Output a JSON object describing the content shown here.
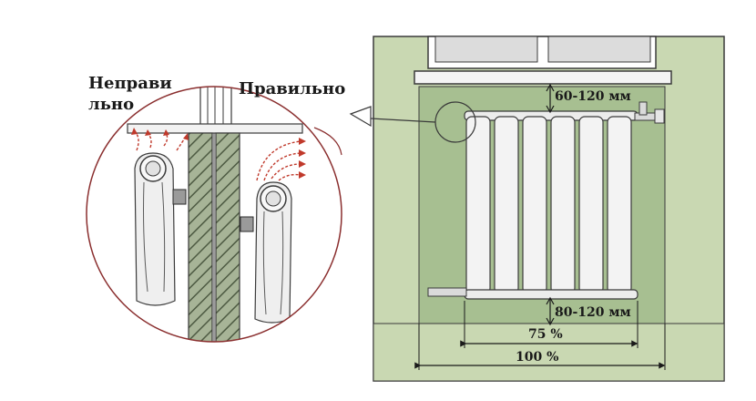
{
  "labels": {
    "wrong_line1": "Неправи",
    "wrong_line2": "льно",
    "right": "Правильно"
  },
  "dimensions": {
    "top_gap": "60-120 мм",
    "bottom_gap": "80-120 мм",
    "radiator_width": "75 %",
    "niche_width": "100 %"
  },
  "colors": {
    "wall": "#c9d8b2",
    "niche": "#9fba8a",
    "radiator": "#f2f2f2",
    "outline": "#3a3a3a",
    "hatch": "#6f7f5f",
    "arrows": "#c0392b",
    "circle": "#8a2e2e"
  }
}
